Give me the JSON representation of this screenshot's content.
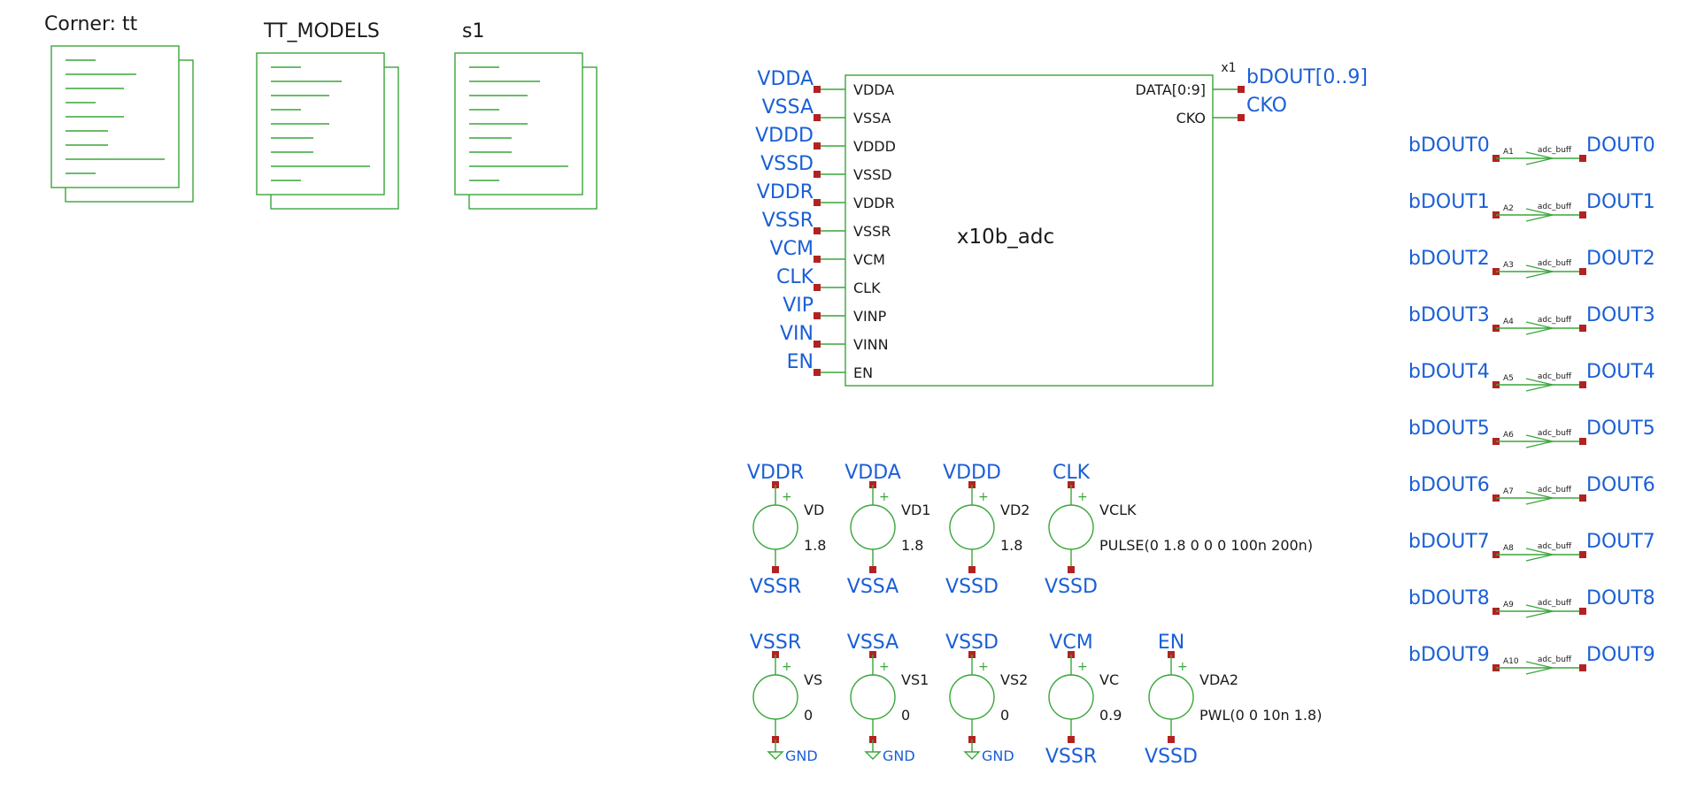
{
  "colors": {
    "wire": "#3aa63a",
    "pin": "#b22222",
    "net_label": "#1a5fd6",
    "text": "#1a1a1a"
  },
  "corner_label": "Corner: tt",
  "docs": [
    "TT_MODELS",
    "s1"
  ],
  "adc": {
    "name": "x10b_adc",
    "instance": "x1",
    "left_pins": [
      {
        "net": "VDDA",
        "pin": "VDDA"
      },
      {
        "net": "VSSA",
        "pin": "VSSA"
      },
      {
        "net": "VDDD",
        "pin": "VDDD"
      },
      {
        "net": "VSSD",
        "pin": "VSSD"
      },
      {
        "net": "VDDR",
        "pin": "VDDR"
      },
      {
        "net": "VSSR",
        "pin": "VSSR"
      },
      {
        "net": "VCM",
        "pin": "VCM"
      },
      {
        "net": "CLK",
        "pin": "CLK"
      },
      {
        "net": "VIP",
        "pin": "VINP"
      },
      {
        "net": "VIN",
        "pin": "VINN"
      },
      {
        "net": "EN",
        "pin": "EN"
      }
    ],
    "right_pins": [
      {
        "net": "bDOUT[0..9]",
        "pin": "DATA[0:9]"
      },
      {
        "net": "CKO",
        "pin": "CKO"
      }
    ]
  },
  "sources_row1": [
    {
      "top": "VDDR",
      "name": "VD",
      "value": "1.8",
      "bottom": "VSSR"
    },
    {
      "top": "VDDA",
      "name": "VD1",
      "value": "1.8",
      "bottom": "VSSA"
    },
    {
      "top": "VDDD",
      "name": "VD2",
      "value": "1.8",
      "bottom": "VSSD"
    },
    {
      "top": "CLK",
      "name": "VCLK",
      "value": "PULSE(0 1.8 0 0 0 100n 200n)",
      "bottom": "VSSD"
    }
  ],
  "sources_row2": [
    {
      "top": "VSSR",
      "name": "VS",
      "value": "0",
      "bottom": "GND",
      "gnd": true
    },
    {
      "top": "VSSA",
      "name": "VS1",
      "value": "0",
      "bottom": "GND",
      "gnd": true
    },
    {
      "top": "VSSD",
      "name": "VS2",
      "value": "0",
      "bottom": "GND",
      "gnd": true
    },
    {
      "top": "VCM",
      "name": "VC",
      "value": "0.9",
      "bottom": "VSSR",
      "gnd": false
    },
    {
      "top": "EN",
      "name": "VDA2",
      "value": "PWL(0 0 10n 1.8)",
      "bottom": "VSSD",
      "gnd": false
    }
  ],
  "buffers": [
    {
      "in": "bDOUT0",
      "ref": "A1",
      "model": "adc_buff",
      "out": "DOUT0"
    },
    {
      "in": "bDOUT1",
      "ref": "A2",
      "model": "adc_buff",
      "out": "DOUT1"
    },
    {
      "in": "bDOUT2",
      "ref": "A3",
      "model": "adc_buff",
      "out": "DOUT2"
    },
    {
      "in": "bDOUT3",
      "ref": "A4",
      "model": "adc_buff",
      "out": "DOUT3"
    },
    {
      "in": "bDOUT4",
      "ref": "A5",
      "model": "adc_buff",
      "out": "DOUT4"
    },
    {
      "in": "bDOUT5",
      "ref": "A6",
      "model": "adc_buff",
      "out": "DOUT5"
    },
    {
      "in": "bDOUT6",
      "ref": "A7",
      "model": "adc_buff",
      "out": "DOUT6"
    },
    {
      "in": "bDOUT7",
      "ref": "A8",
      "model": "adc_buff",
      "out": "DOUT7"
    },
    {
      "in": "bDOUT8",
      "ref": "A9",
      "model": "adc_buff",
      "out": "DOUT8"
    },
    {
      "in": "bDOUT9",
      "ref": "A10",
      "model": "adc_buff",
      "out": "DOUT9"
    }
  ]
}
